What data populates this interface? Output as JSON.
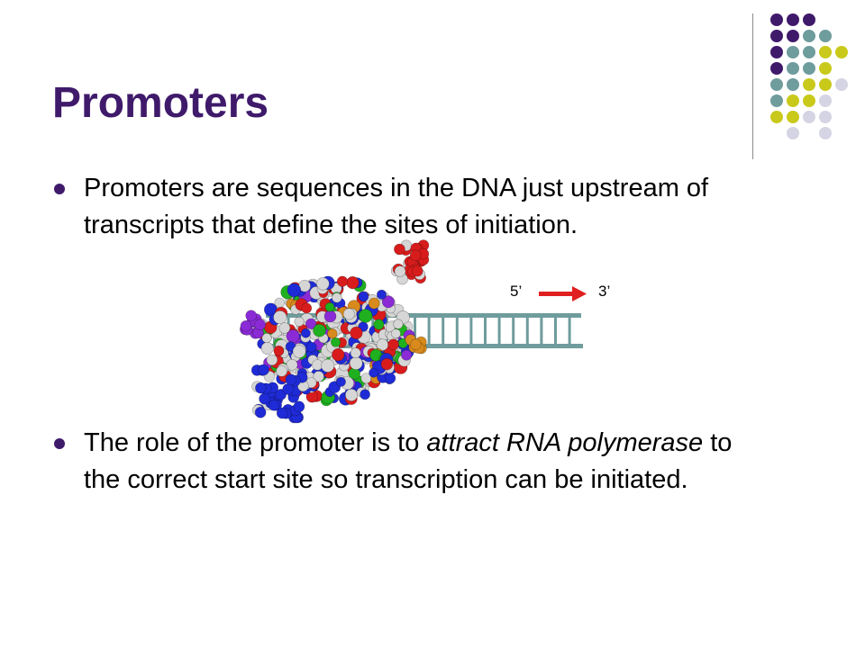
{
  "slide": {
    "title": "Promoters",
    "bullets": [
      {
        "parts": [
          {
            "text": "Promoters are sequences in the DNA just upstream of transcripts that define the sites of initiation.",
            "italic": false
          }
        ]
      },
      {
        "parts": [
          {
            "text": "The role of the promoter is to ",
            "italic": false
          },
          {
            "text": "attract RNA polymerase",
            "italic": true
          },
          {
            "text": " to the correct start site so transcription can be initiated.",
            "italic": false
          }
        ]
      }
    ]
  },
  "figure": {
    "label_5prime": "5’",
    "label_3prime": "3’",
    "arrow_color": "#e02020",
    "dna_color": "#6f9c9c",
    "protein_colors": [
      "#d6d6d6",
      "#1f2bd6",
      "#d81c1c",
      "#1fb01f",
      "#8a2bd6",
      "#d88a1c"
    ]
  },
  "theme": {
    "title_color": "#3f1a6b",
    "dot_colors": [
      "#3f1a6b",
      "#6f9c9c",
      "#c9c91c",
      "#d4d4e4"
    ]
  }
}
